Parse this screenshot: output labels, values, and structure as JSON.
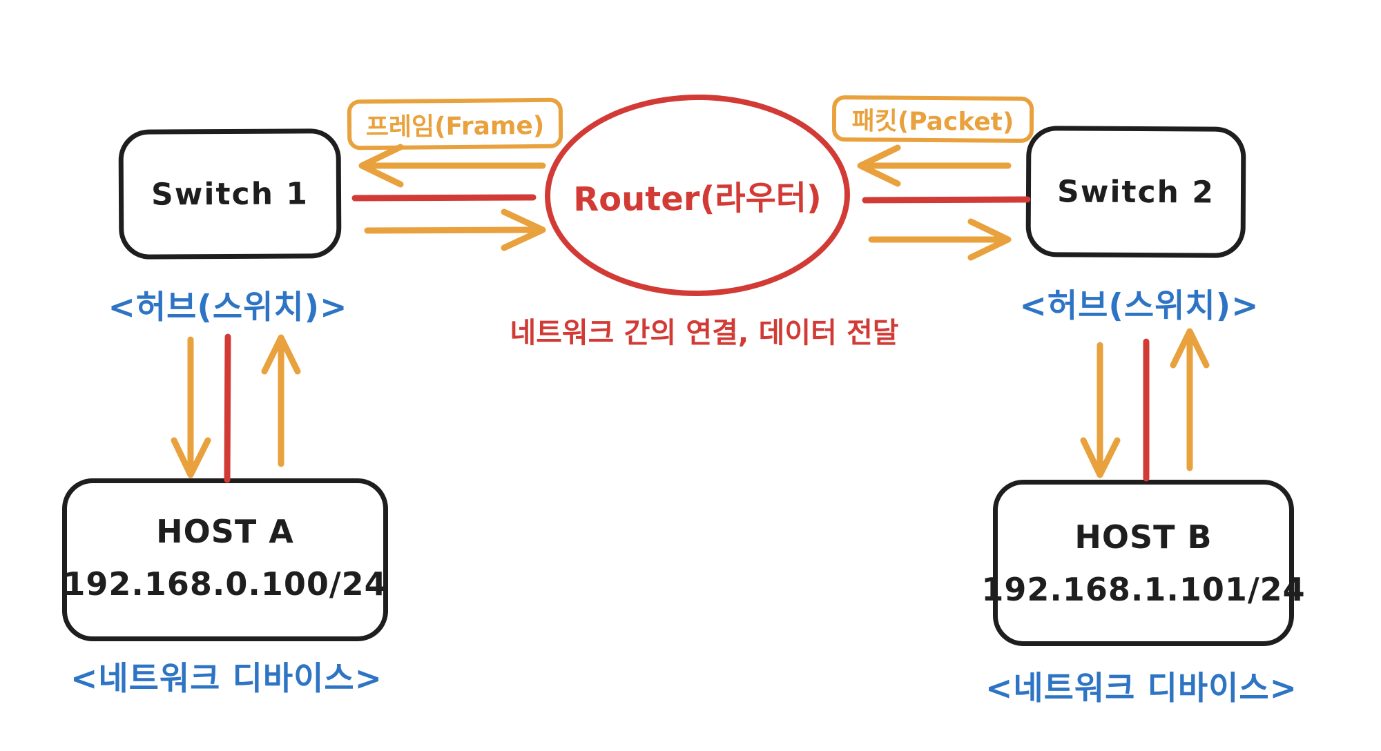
{
  "diagram": {
    "nodes": {
      "switch1": {
        "label": "Switch 1"
      },
      "switch2": {
        "label": "Switch 2"
      },
      "router": {
        "label": "Router(라우터)",
        "caption": "네트워크 간의 연결, 데이터 전달"
      },
      "hostA": {
        "name": "HOST A",
        "ip": "192.168.0.100/24"
      },
      "hostB": {
        "name": "HOST B",
        "ip": "192.168.1.101/24"
      }
    },
    "badges": {
      "frame": "프레임(Frame)",
      "packet": "패킷(Packet)"
    },
    "captions": {
      "hub_left": "<허브(스위치)>",
      "hub_right": "<허브(스위치)>",
      "device_left": "<네트워크 디바이스>",
      "device_right": "<네트워크 디바이스>"
    },
    "colors": {
      "orange": "#e8a13c",
      "red": "#d23b35",
      "blue": "#2e74c4",
      "black": "#1e1e1e",
      "background": "#ffffff"
    }
  }
}
